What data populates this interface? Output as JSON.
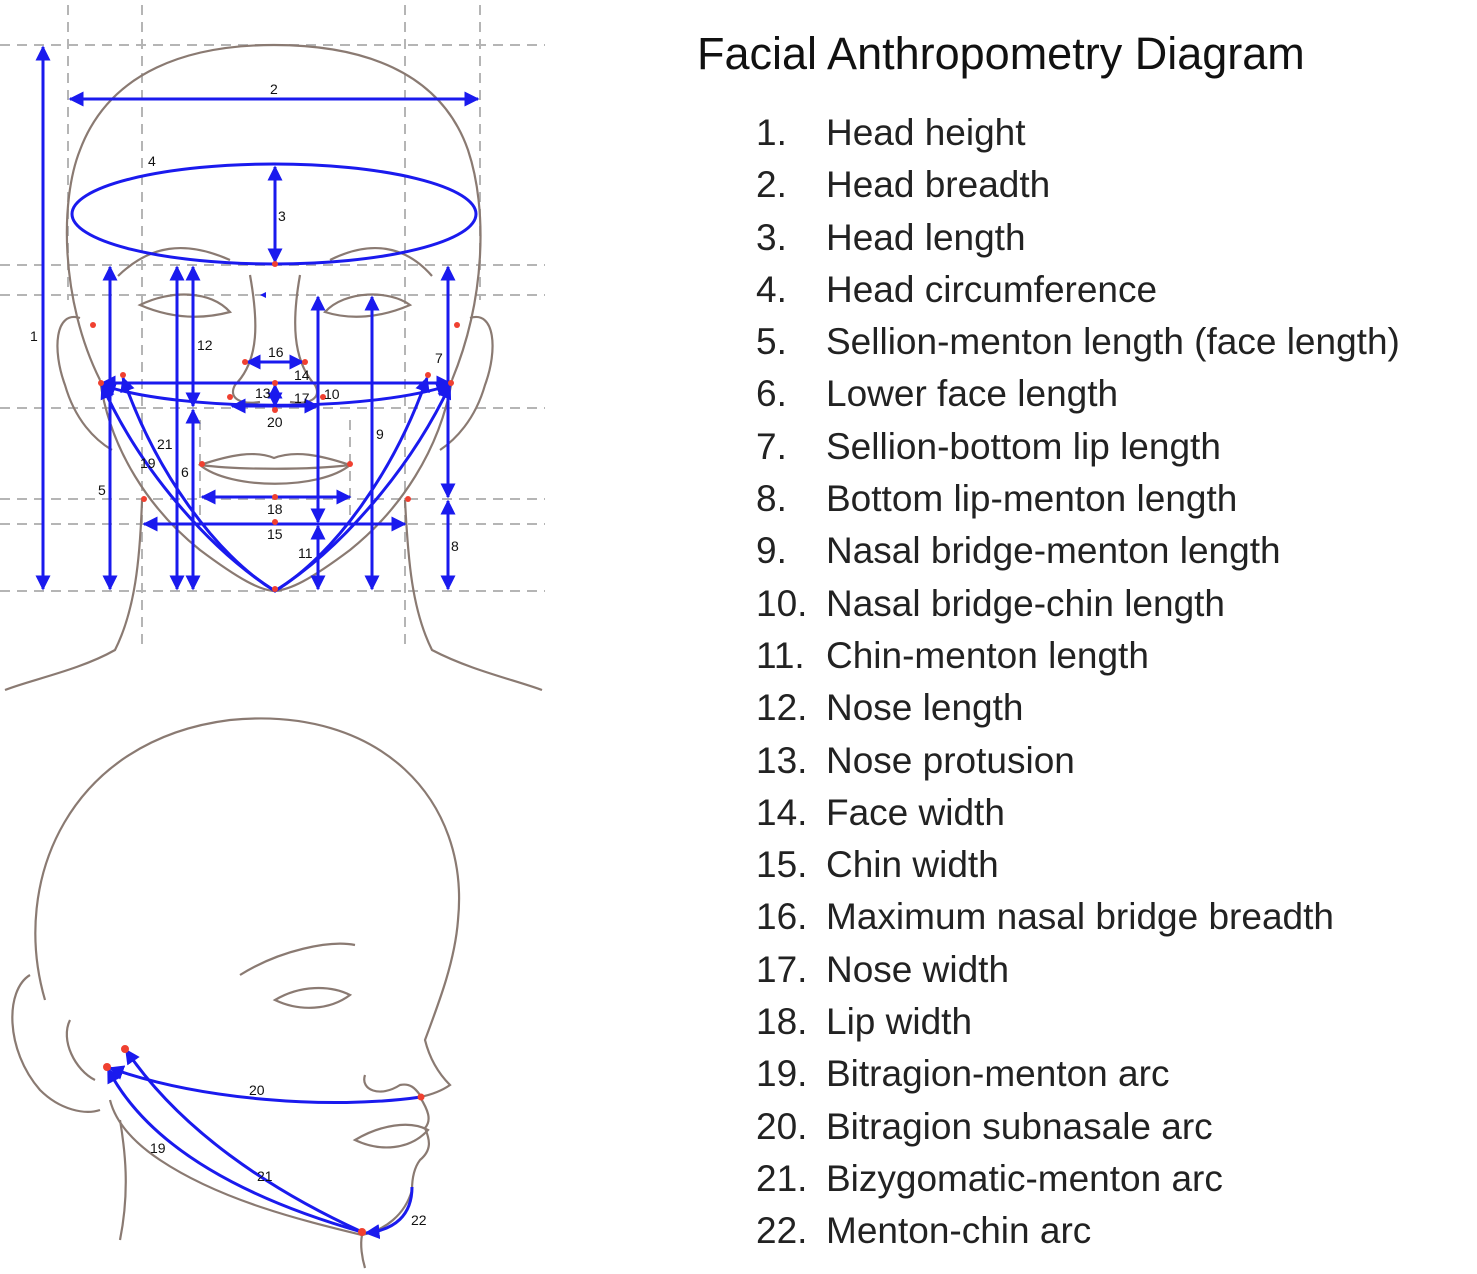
{
  "title": "Facial Anthropometry Diagram",
  "colors": {
    "measure": "#1a1aee",
    "landmark": "#f04030",
    "outline": "#8a7a72",
    "grid": "#b5b5b5"
  },
  "legend": [
    {
      "num": "1.",
      "label": "Head height"
    },
    {
      "num": "2.",
      "label": "Head breadth"
    },
    {
      "num": "3.",
      "label": "Head length"
    },
    {
      "num": "4.",
      "label": "Head circumference"
    },
    {
      "num": "5.",
      "label": "Sellion-menton length (face length)"
    },
    {
      "num": "6.",
      "label": "Lower face length"
    },
    {
      "num": "7.",
      "label": "Sellion-bottom lip length"
    },
    {
      "num": "8.",
      "label": "Bottom lip-menton length"
    },
    {
      "num": "9.",
      "label": "Nasal bridge-menton length"
    },
    {
      "num": "10.",
      "label": "Nasal bridge-chin length"
    },
    {
      "num": "11.",
      "label": "Chin-menton length"
    },
    {
      "num": "12.",
      "label": "Nose length"
    },
    {
      "num": "13.",
      "label": "Nose protusion"
    },
    {
      "num": "14.",
      "label": "Face width"
    },
    {
      "num": "15.",
      "label": "Chin width"
    },
    {
      "num": "16.",
      "label": "Maximum nasal bridge breadth"
    },
    {
      "num": "17.",
      "label": "Nose width"
    },
    {
      "num": "18.",
      "label": "Lip width"
    },
    {
      "num": "19.",
      "label": "Bitragion-menton arc"
    },
    {
      "num": "20.",
      "label": "Bitragion subnasale arc"
    },
    {
      "num": "21.",
      "label": "Bizygomatic-menton arc"
    },
    {
      "num": "22.",
      "label": "Menton-chin arc"
    }
  ],
  "front_labels": [
    "1",
    "2",
    "3",
    "4",
    "5",
    "6",
    "7",
    "8",
    "9",
    "10",
    "11",
    "12",
    "13",
    "14",
    "15",
    "16",
    "17",
    "18",
    "19",
    "20",
    "21"
  ],
  "profile_labels": [
    "20",
    "19",
    "21",
    "22"
  ]
}
